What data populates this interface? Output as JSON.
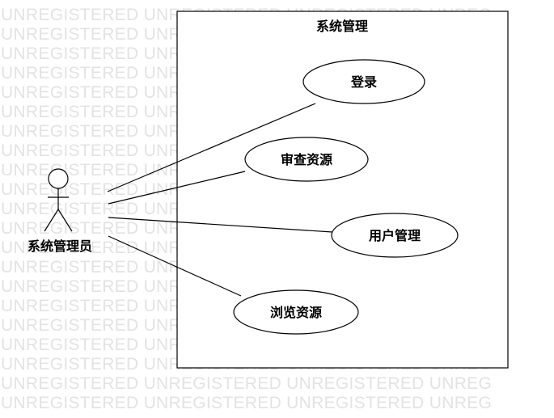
{
  "watermark": {
    "text": "UNREGISTERED",
    "lines": [
      "UNREGISTERED UNREGISTERED UNREGISTERED UNREG",
      "UNREGISTERED UNREGISTERED UNREGISTERED UNREG",
      "UNREGISTERED UNREGISTERED UNREGISTERED UNREG",
      "UNREGISTERED UNREGISTERED UNREGISTERED UNREG",
      "UNREGISTERED UNREGISTERED UNREGISTERED UNREG",
      "UNREGISTERED UNREGISTERED UNREGISTERED UNREG",
      "UNREGISTERED UNREGISTERED UNREGISTERED UNREG",
      "UNREGISTERED UNREGISTERED UNREGISTERED UNREG",
      "UNREGISTERED UNREGISTERED UNREGISTERED UNREG",
      "UNREGISTERED UNREGISTERED UNREGISTERED UNREG",
      "UNREGISTERED UNREGISTERED UNREGISTERED UNREG",
      "UNREGISTERED UNREGISTERED UNREGISTERED UNREG",
      "UNREGISTERED UNREGISTERED UNREGISTERED UNREG",
      "UNREGISTERED UNREGISTERED UNREGISTERED UNREG",
      "UNREGISTERED UNREGISTERED UNREGISTERED UNREG",
      "UNREGISTERED UNREGISTERED UNREGISTERED UNREG",
      "UNREGISTERED UNREGISTERED UNREGISTERED UNREG",
      "UNREGISTERED UNREGISTERED UNREGISTERED UNREG",
      "UNREGISTERED UNREGISTERED UNREGISTERED UNREG",
      "UNREGISTERED UNREGISTERED UNREGISTERED UNREG",
      "UNREGISTERED UNREGISTERED UNREGISTERED UNREG"
    ]
  },
  "system": {
    "title": "系统管理"
  },
  "actor": {
    "name": "系统管理员"
  },
  "use_cases": [
    {
      "label": "登录"
    },
    {
      "label": "审查资源"
    },
    {
      "label": "用户管理"
    },
    {
      "label": "浏览资源"
    }
  ],
  "colors": {
    "stroke": "#000000",
    "background": "#ffffff",
    "watermark": "#e3e3e3"
  }
}
